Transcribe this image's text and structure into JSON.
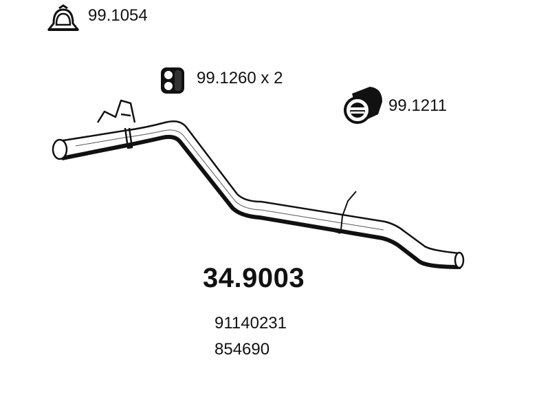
{
  "parts": {
    "clamp": {
      "code": "99.1054",
      "icon": "exhaust-clamp-icon"
    },
    "hanger": {
      "code": "99.1260 x 2",
      "icon": "rubber-hanger-icon"
    },
    "mount": {
      "code": "99.1211",
      "icon": "rubber-mount-icon"
    }
  },
  "main_part": {
    "code": "34.9003",
    "icon": "exhaust-pipe-drawing"
  },
  "oem_numbers": [
    "91140231",
    "854690"
  ]
}
